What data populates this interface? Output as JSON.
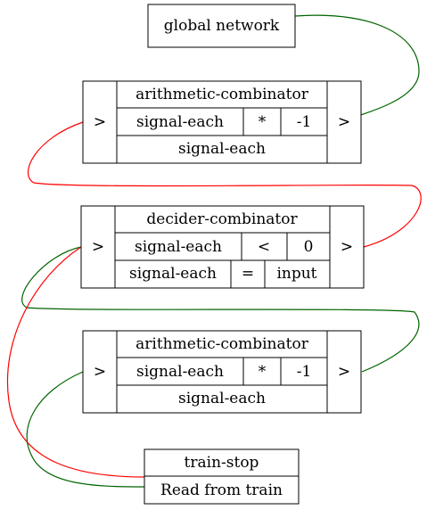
{
  "colors": {
    "green_wire": "#006400",
    "red_wire": "#ff0000"
  },
  "global_network": {
    "label": "global network"
  },
  "arith1": {
    "title": "arithmetic-combinator",
    "in_port": ">",
    "out_port": ">",
    "operand1": "signal-each",
    "operator": "*",
    "operand2": "-1",
    "output": "signal-each"
  },
  "decider": {
    "title": "decider-combinator",
    "in_port": ">",
    "out_port": ">",
    "operand1": "signal-each",
    "operator": "<",
    "operand2": "0",
    "output": "signal-each",
    "output_op": "=",
    "output_mode": "input"
  },
  "arith2": {
    "title": "arithmetic-combinator",
    "in_port": ">",
    "out_port": ">",
    "operand1": "signal-each",
    "operator": "*",
    "operand2": "-1",
    "output": "signal-each"
  },
  "train_stop": {
    "title": "train-stop",
    "port": "Read from train"
  }
}
